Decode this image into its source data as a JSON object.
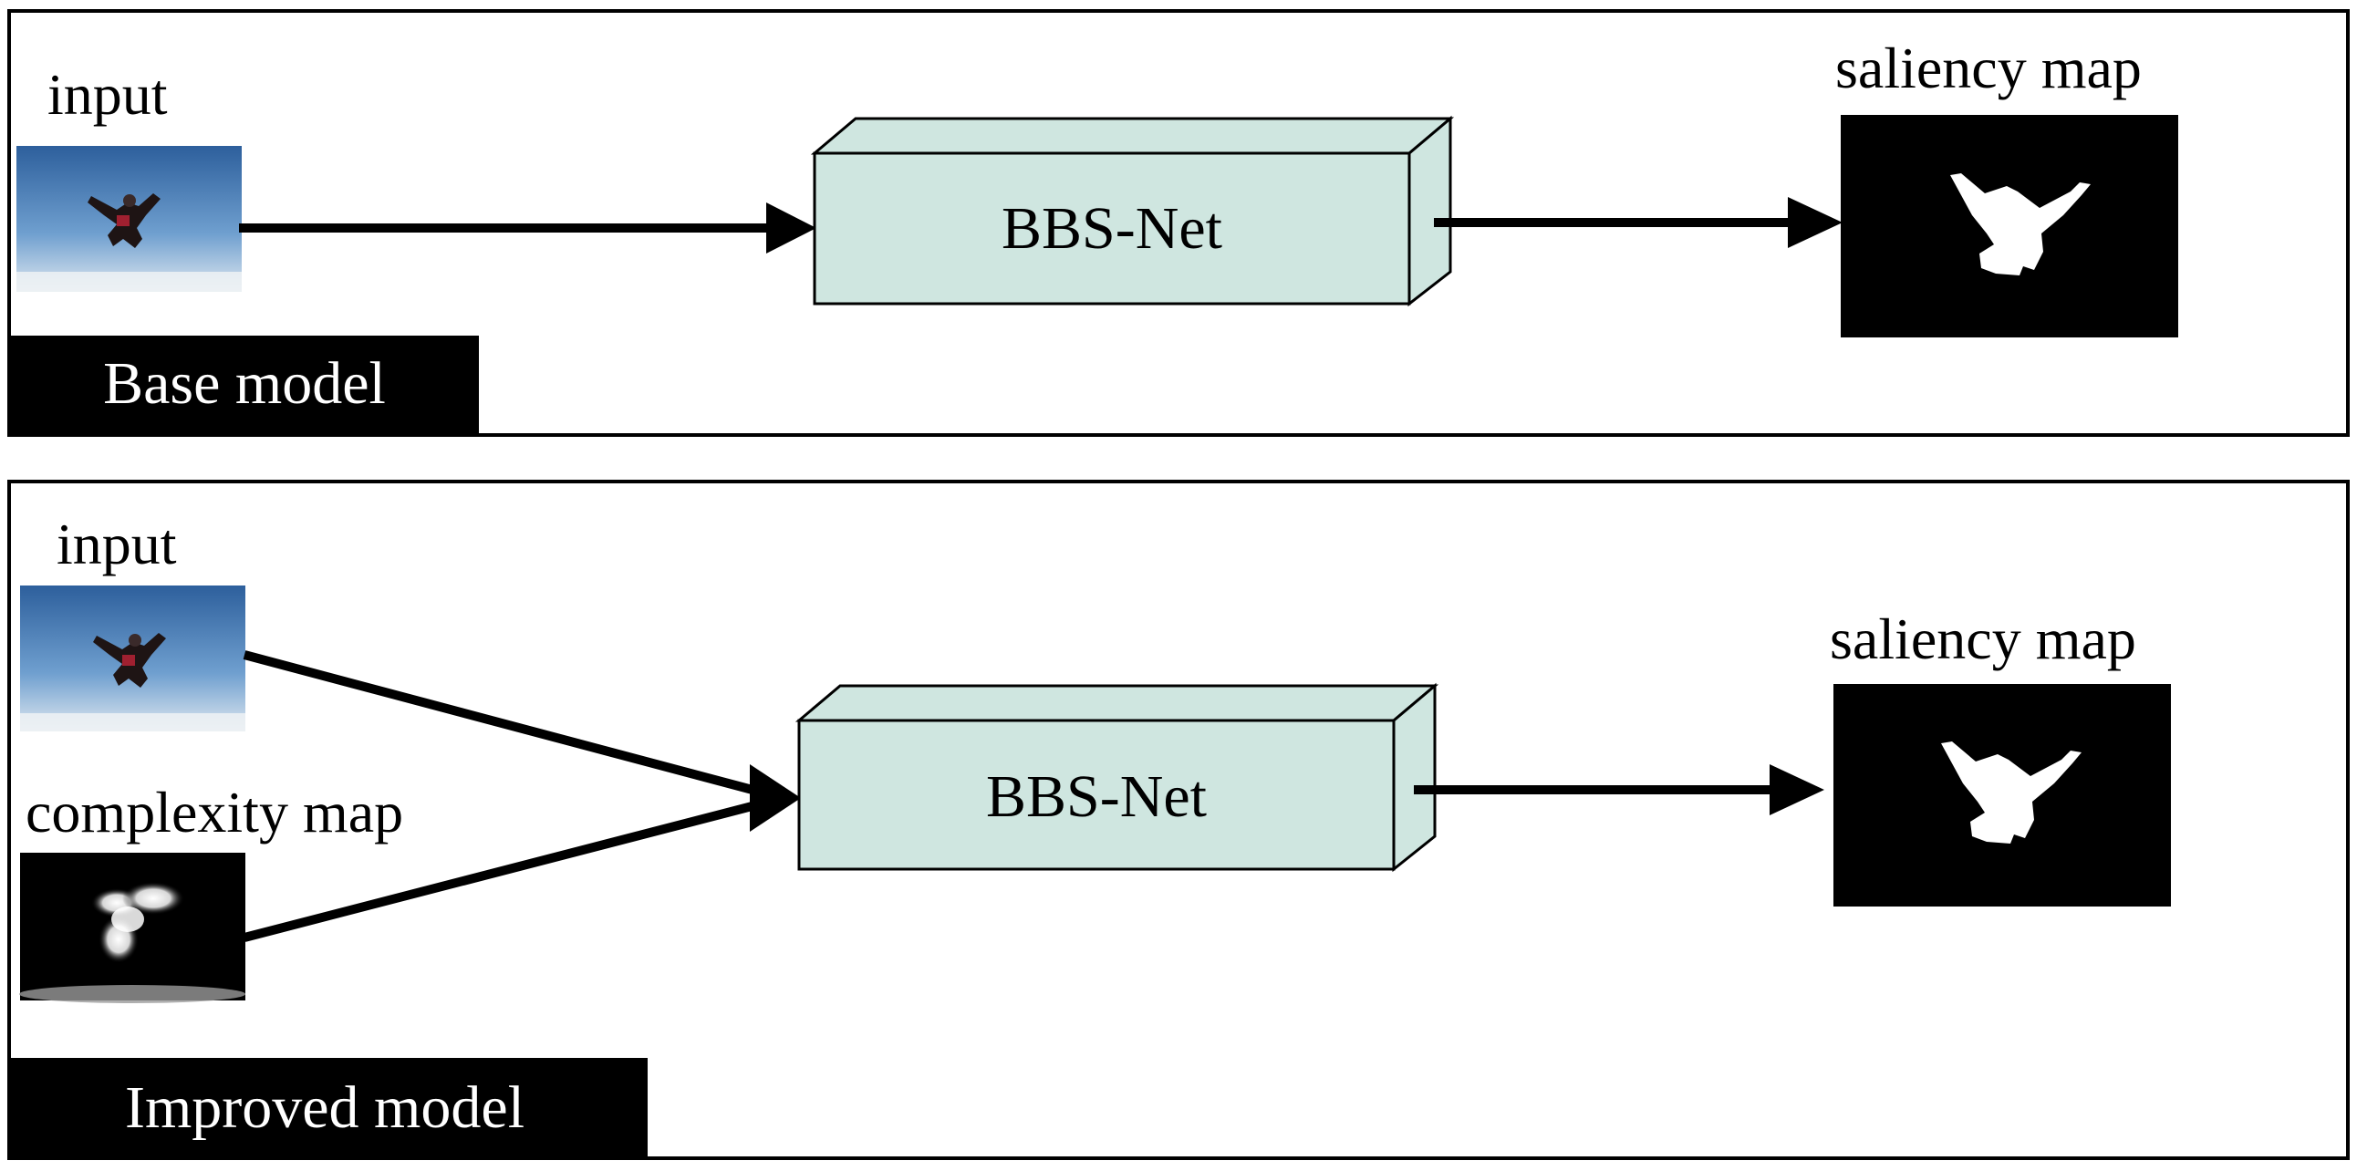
{
  "panels": {
    "base": {
      "tag_label": "Base model",
      "input_label": "input",
      "network_label": "BBS-Net",
      "output_label": "saliency map"
    },
    "improved": {
      "tag_label": "Improved model",
      "input_label": "input",
      "complexity_label": "complexity map",
      "network_label": "BBS-Net",
      "output_label": "saliency map"
    }
  },
  "colors": {
    "frame": "#000000",
    "box_face": "#cfe6e0",
    "box_side": "#cfe6e0",
    "sky_top": "#2d5f9c",
    "sky_bottom": "#d8e4ef",
    "tag_background": "#000000",
    "tag_text": "#ffffff"
  }
}
